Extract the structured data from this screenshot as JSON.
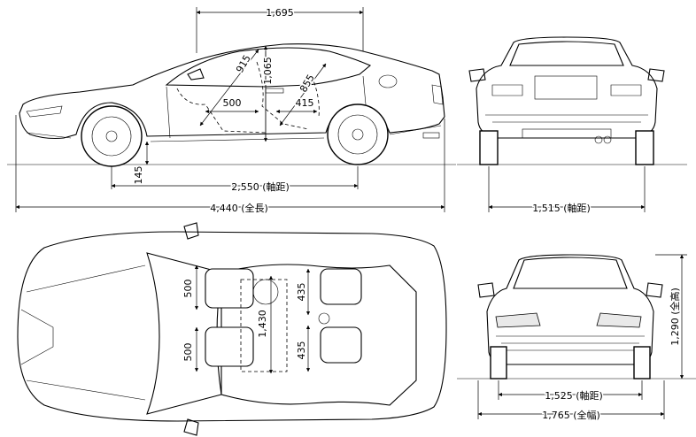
{
  "dimensions": {
    "roof_length": "1,695",
    "rear_headroom": "1,065",
    "front_legroom_diag": "915",
    "rear_legroom_diag": "855",
    "front_seat_depth": "500",
    "rear_seat_depth": "415",
    "ground_clearance": "145",
    "wheelbase": "2,550 (軸距)",
    "overall_length": "4,440 (全長)",
    "rear_track": "1,515 (軸距)",
    "front_seat_width": "500",
    "rear_seat_width": "500",
    "front_shoulder": "435",
    "rear_shoulder": "435",
    "cabin_width": "1,430",
    "overall_height": "1,290 (全高)",
    "front_track": "1,525 (軸距)",
    "overall_width": "1,765 (全幅)"
  }
}
